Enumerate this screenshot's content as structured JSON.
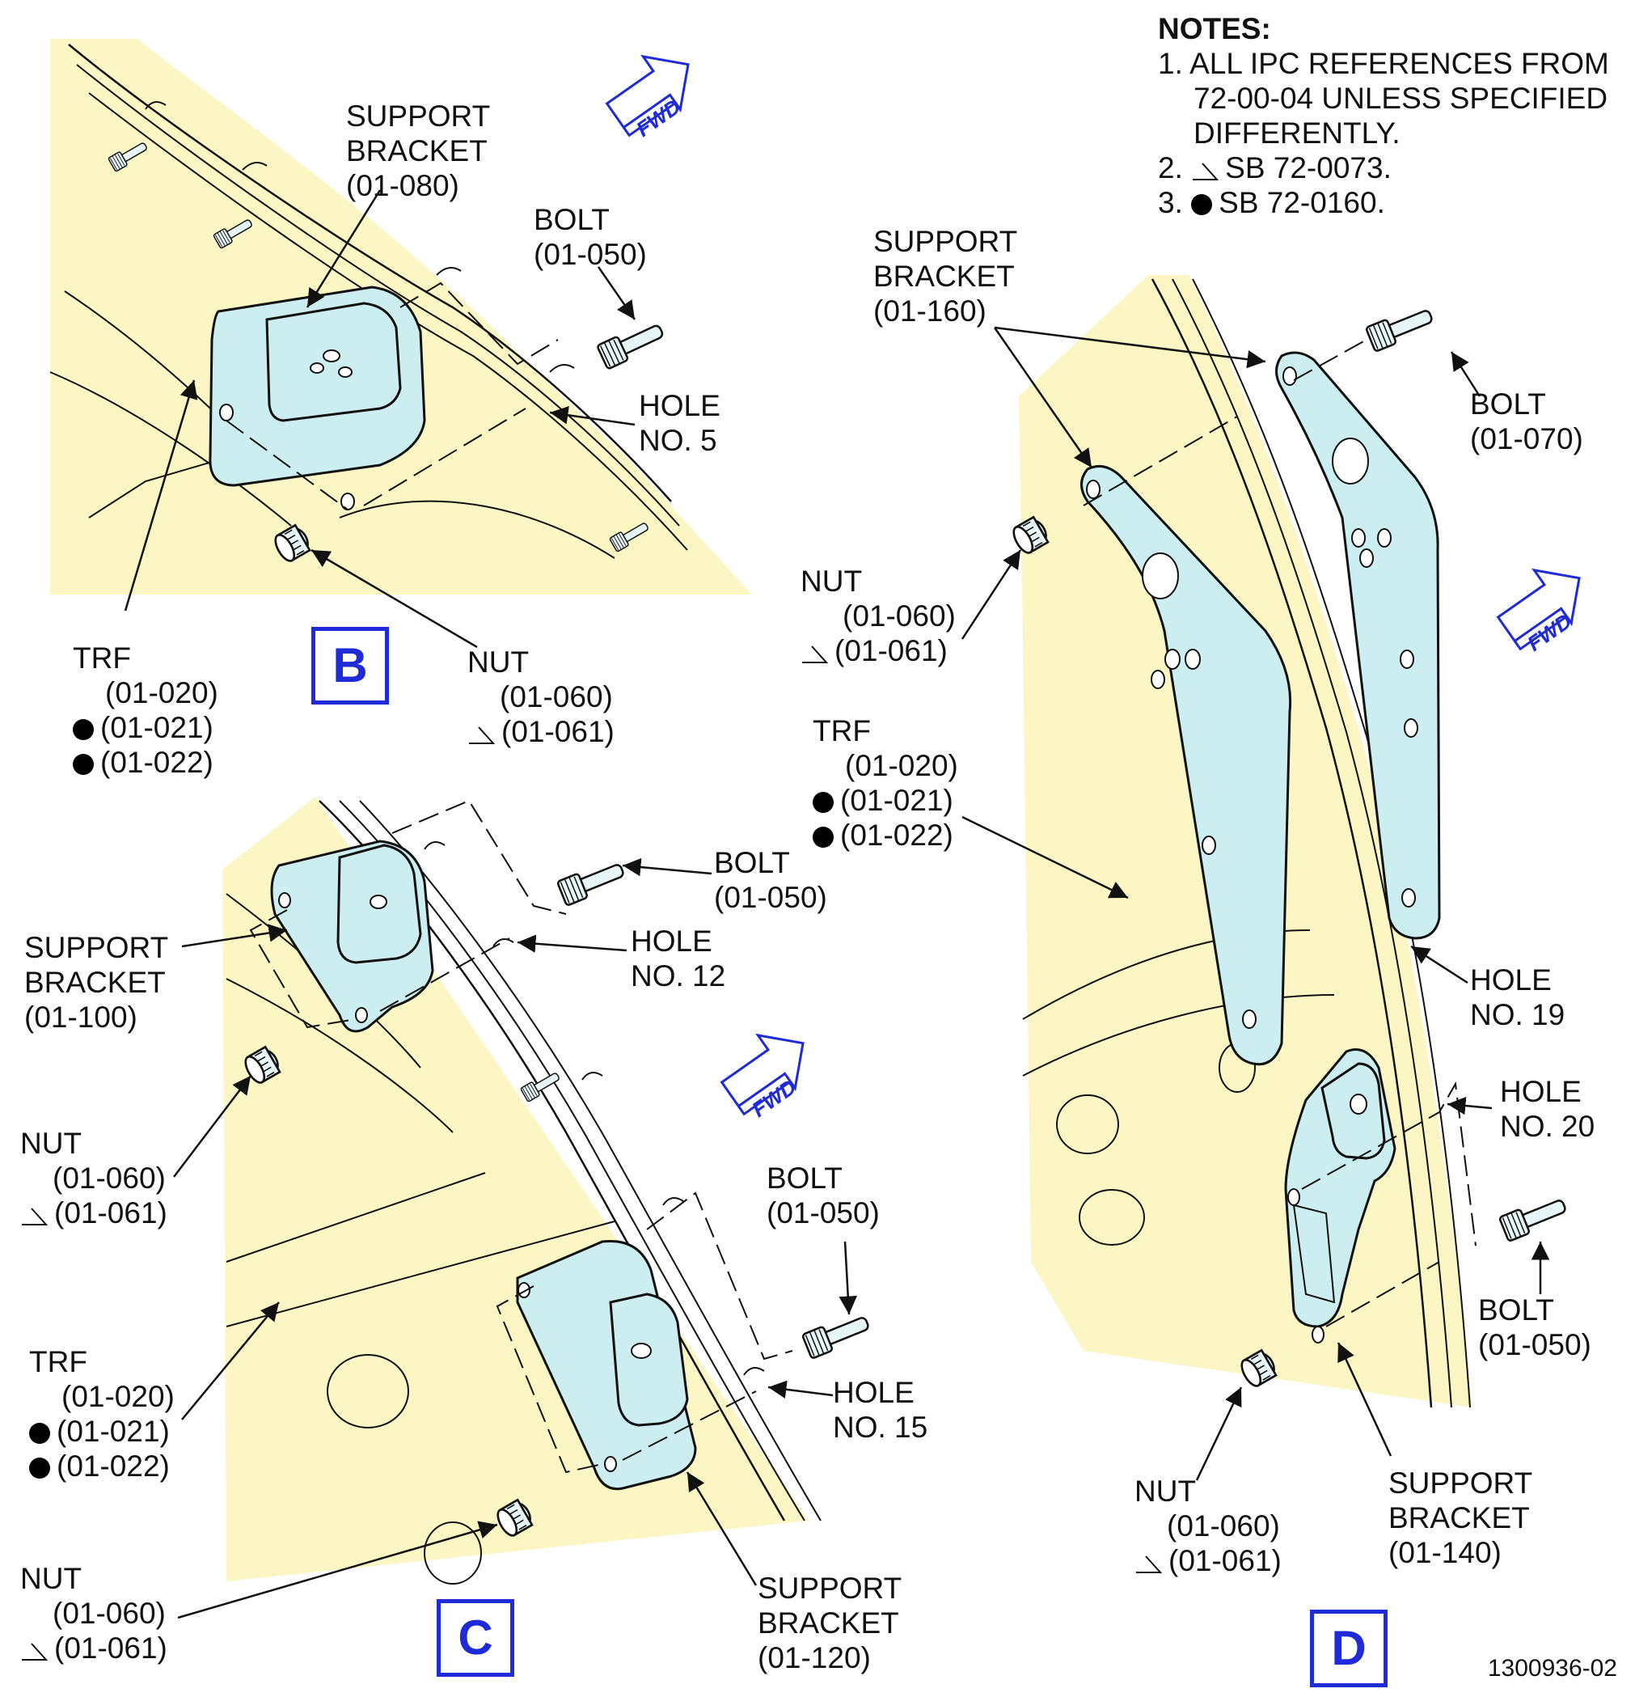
{
  "notes": {
    "title": "NOTES:",
    "n1": "1. ALL IPC REFERENCES FROM",
    "n1b": "72-00-04 UNLESS SPECIFIED",
    "n1c": "DIFFERENTLY.",
    "n2_num": "2.",
    "n2": "SB 72-0073.",
    "n3_num": "3.",
    "n3": "SB 72-0160."
  },
  "fwd": "FWD",
  "views": {
    "b": "B",
    "c": "C",
    "d": "D"
  },
  "figure_id": "1300936-02",
  "panel_b": {
    "support_bracket": [
      "SUPPORT",
      "BRACKET",
      "(01-080)"
    ],
    "bolt": [
      "BOLT",
      "(01-050)"
    ],
    "hole": [
      "HOLE",
      "NO. 5"
    ],
    "nut": [
      "NUT",
      "(01-060)",
      "(01-061)"
    ],
    "trf": [
      "TRF",
      "(01-020)",
      "(01-021)",
      "(01-022)"
    ]
  },
  "panel_c": {
    "support_bracket_a": [
      "SUPPORT",
      "BRACKET",
      "(01-100)"
    ],
    "bolt_a": [
      "BOLT",
      "(01-050)"
    ],
    "hole_a": [
      "HOLE",
      "NO. 12"
    ],
    "nut_a": [
      "NUT",
      "(01-060)",
      "(01-061)"
    ],
    "trf": [
      "TRF",
      "(01-020)",
      "(01-021)",
      "(01-022)"
    ],
    "bolt_b": [
      "BOLT",
      "(01-050)"
    ],
    "hole_b": [
      "HOLE",
      "NO. 15"
    ],
    "nut_b": [
      "NUT",
      "(01-060)",
      "(01-061)"
    ],
    "support_bracket_b": [
      "SUPPORT",
      "BRACKET",
      "(01-120)"
    ]
  },
  "panel_d": {
    "support_bracket_a": [
      "SUPPORT",
      "BRACKET",
      "(01-160)"
    ],
    "bolt_a": [
      "BOLT",
      "(01-070)"
    ],
    "nut_a": [
      "NUT",
      "(01-060)",
      "(01-061)"
    ],
    "trf": [
      "TRF",
      "(01-020)",
      "(01-021)",
      "(01-022)"
    ],
    "hole_a": [
      "HOLE",
      "NO. 19"
    ],
    "hole_b": [
      "HOLE",
      "NO. 20"
    ],
    "bolt_b": [
      "BOLT",
      "(01-050)"
    ],
    "nut_b": [
      "NUT",
      "(01-060)",
      "(01-061)"
    ],
    "support_bracket_b": [
      "SUPPORT",
      "BRACKET",
      "(01-140)"
    ]
  },
  "colors": {
    "frame_fill": "#fbf6c3",
    "part_fill": "#cdeef0",
    "view_blue": "#1f2bd6",
    "line": "#111111"
  }
}
